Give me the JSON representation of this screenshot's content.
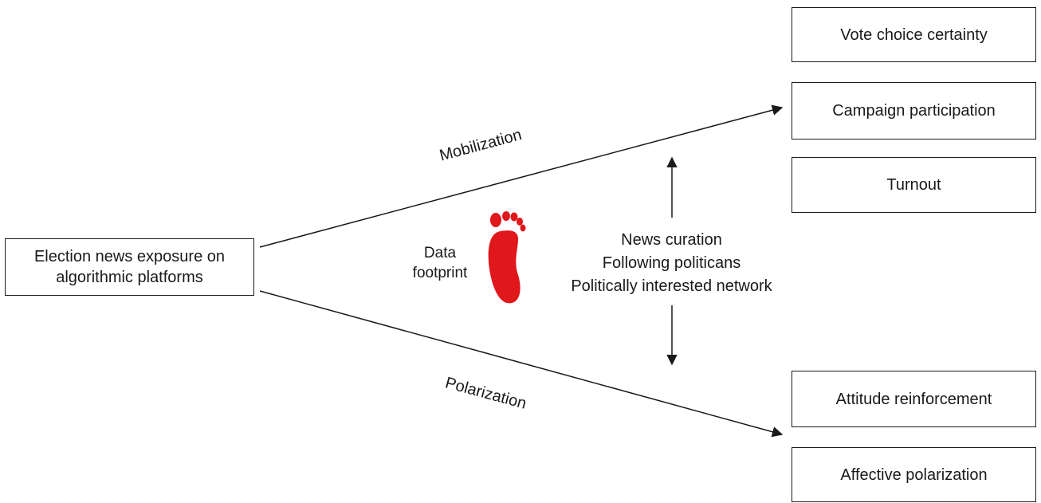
{
  "source_box": {
    "line1": "Election news exposure on",
    "line2": "algorithmic platforms"
  },
  "paths": {
    "mobilization": "Mobilization",
    "polarization": "Polarization"
  },
  "outcomes_top": [
    "Vote choice certainty",
    "Campaign participation",
    "Turnout"
  ],
  "outcomes_bottom": [
    "Attitude reinforcement",
    "Affective polarization"
  ],
  "footprint": {
    "line1": "Data",
    "line2": "footprint"
  },
  "moderators": [
    "News curation",
    "Following politicans",
    "Politically interested network"
  ],
  "colors": {
    "footprint": "#e0171b",
    "lines": "#1a1a1a"
  }
}
